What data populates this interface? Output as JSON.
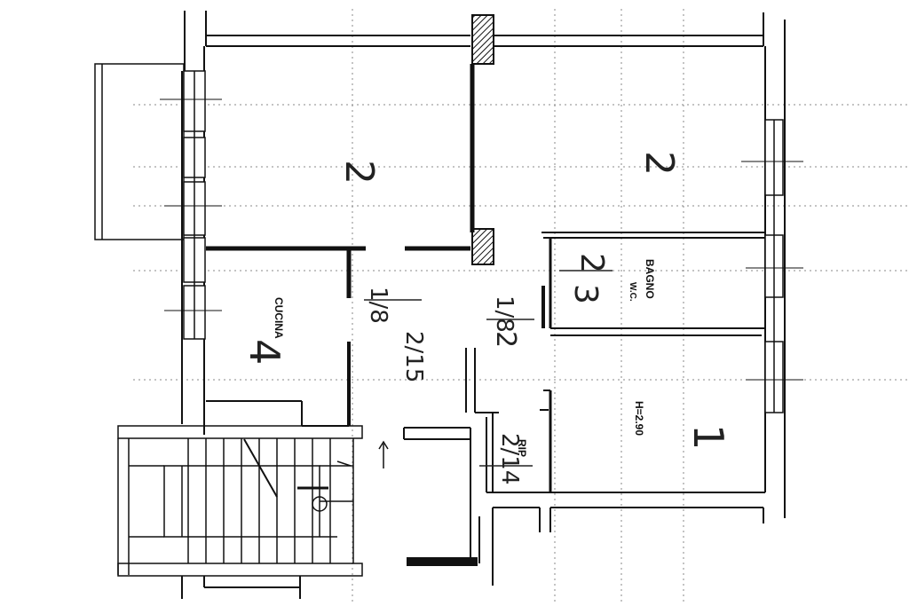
{
  "plan": {
    "rooms": [
      {
        "id": "room-2-left",
        "number": "2"
      },
      {
        "id": "room-2-right",
        "number": "2"
      },
      {
        "id": "kitchen",
        "number": "4",
        "label": "CUCINA"
      },
      {
        "id": "bathroom",
        "number": "2",
        "label": "BAGNO",
        "sublabel": "W.C."
      },
      {
        "id": "bedroom-1",
        "number": "1",
        "label": "H=2.90"
      },
      {
        "id": "closet",
        "number": "",
        "label": "RIP"
      }
    ],
    "annotations": {
      "hall_number": "1",
      "hall_fraction": "1/8",
      "hall_area": "2/15",
      "corridor_fraction": "1/8",
      "corridor_number": "2",
      "bath_fraction": "1/8",
      "bath_area": "3",
      "closet_area": "2/14"
    }
  }
}
